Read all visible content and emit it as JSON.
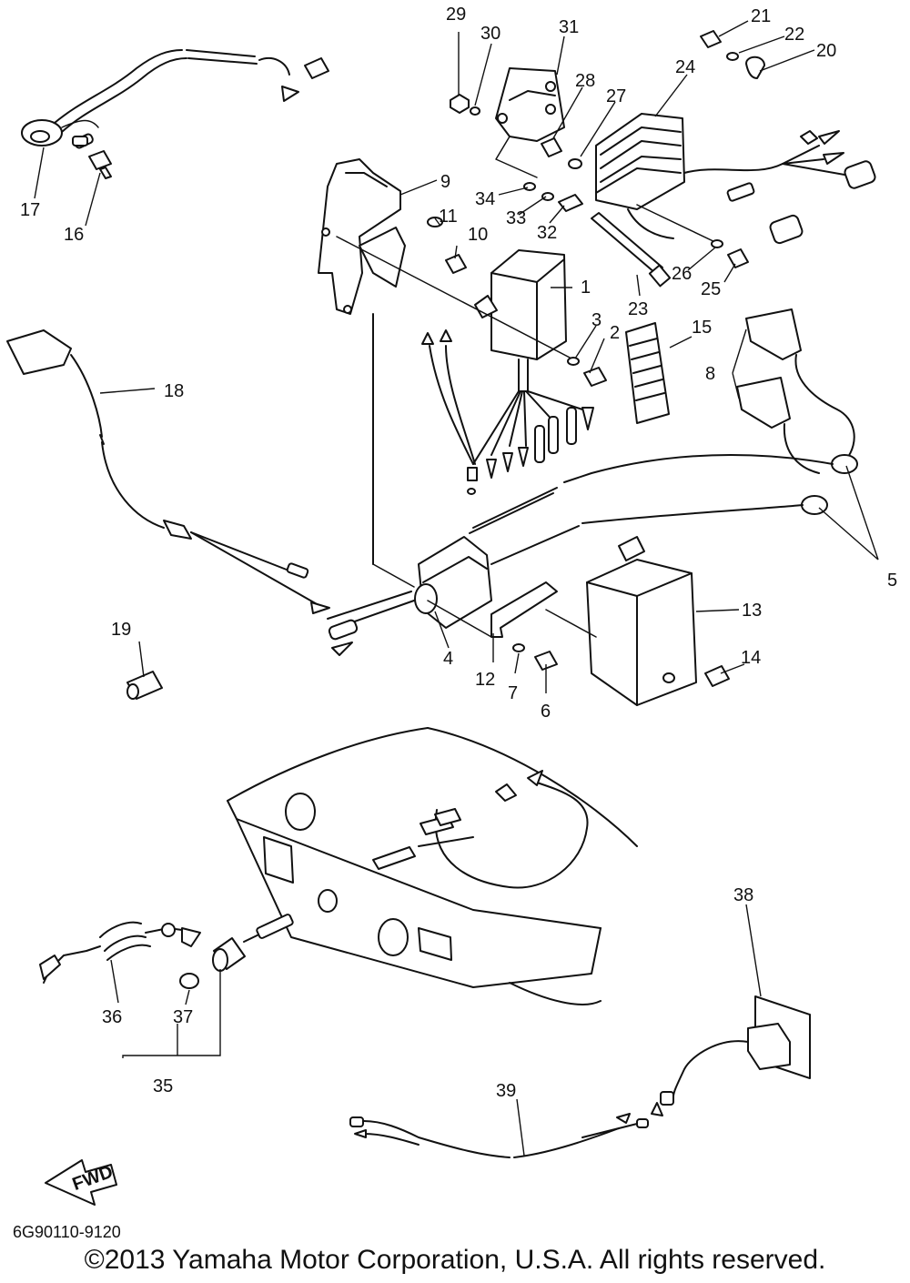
{
  "diagram": {
    "callouts": [
      {
        "id": "1",
        "label": "1"
      },
      {
        "id": "2",
        "label": "2"
      },
      {
        "id": "3",
        "label": "3"
      },
      {
        "id": "4",
        "label": "4"
      },
      {
        "id": "5",
        "label": "5"
      },
      {
        "id": "6",
        "label": "6"
      },
      {
        "id": "7",
        "label": "7"
      },
      {
        "id": "8",
        "label": "8"
      },
      {
        "id": "9",
        "label": "9"
      },
      {
        "id": "10",
        "label": "10"
      },
      {
        "id": "11",
        "label": "11"
      },
      {
        "id": "12",
        "label": "12"
      },
      {
        "id": "13",
        "label": "13"
      },
      {
        "id": "14",
        "label": "14"
      },
      {
        "id": "15",
        "label": "15"
      },
      {
        "id": "16",
        "label": "16"
      },
      {
        "id": "17",
        "label": "17"
      },
      {
        "id": "18",
        "label": "18"
      },
      {
        "id": "19",
        "label": "19"
      },
      {
        "id": "20",
        "label": "20"
      },
      {
        "id": "21",
        "label": "21"
      },
      {
        "id": "22",
        "label": "22"
      },
      {
        "id": "23",
        "label": "23"
      },
      {
        "id": "24",
        "label": "24"
      },
      {
        "id": "25",
        "label": "25"
      },
      {
        "id": "26",
        "label": "26"
      },
      {
        "id": "27",
        "label": "27"
      },
      {
        "id": "28",
        "label": "28"
      },
      {
        "id": "29",
        "label": "29"
      },
      {
        "id": "30",
        "label": "30"
      },
      {
        "id": "31",
        "label": "31"
      },
      {
        "id": "32",
        "label": "32"
      },
      {
        "id": "33",
        "label": "33"
      },
      {
        "id": "34",
        "label": "34"
      },
      {
        "id": "35",
        "label": "35"
      },
      {
        "id": "36",
        "label": "36"
      },
      {
        "id": "37",
        "label": "37"
      },
      {
        "id": "38",
        "label": "38"
      },
      {
        "id": "39",
        "label": "39"
      }
    ],
    "fwd_badge": "FWD"
  },
  "footer": {
    "doc_code": "6G90110-9120",
    "copyright": "©2013 Yamaha Motor Corporation, U.S.A. All rights reserved."
  }
}
